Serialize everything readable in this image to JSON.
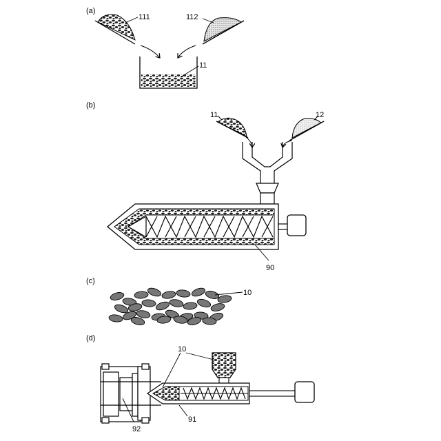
{
  "panels": {
    "a": {
      "label": "(a)",
      "ref_powder_left": "111",
      "ref_powder_right": "112",
      "ref_mixture": "11"
    },
    "b": {
      "label": "(b)",
      "ref_input_left": "11",
      "ref_input_right": "12",
      "ref_extruder": "90"
    },
    "c": {
      "label": "(c)",
      "ref_pellets": "10"
    },
    "d": {
      "label": "(d)",
      "ref_pellets": "10",
      "ref_machine": "91",
      "ref_mold": "92"
    }
  },
  "colors": {
    "line": "#000000",
    "dark_fill": "#3a3a3a",
    "medium_fill": "#777777",
    "light_fill": "#d8d8d8",
    "barrel_fill": "#bdbdbd"
  }
}
